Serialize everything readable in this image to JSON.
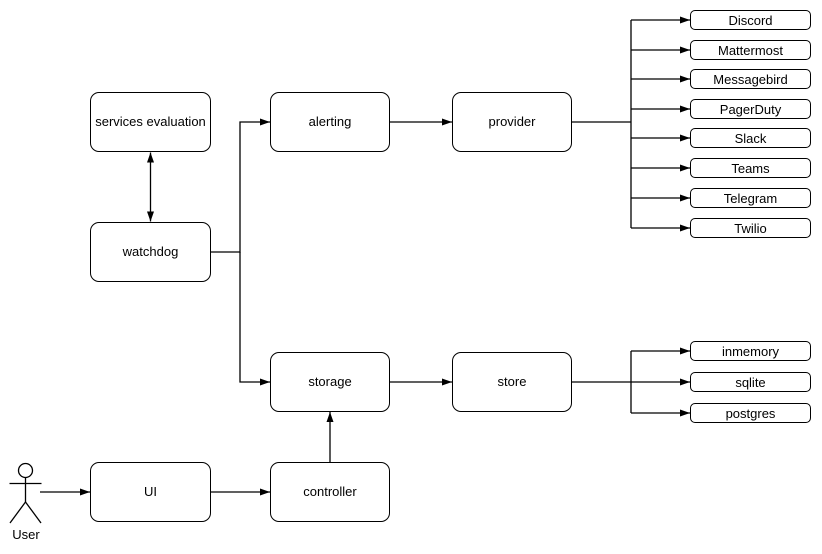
{
  "nodes": {
    "services_evaluation": "services evaluation",
    "watchdog": "watchdog",
    "alerting": "alerting",
    "provider": "provider",
    "storage": "storage",
    "store": "store",
    "ui": "UI",
    "controller": "controller"
  },
  "providers": [
    "Discord",
    "Mattermost",
    "Messagebird",
    "PagerDuty",
    "Slack",
    "Teams",
    "Telegram",
    "Twilio"
  ],
  "stores": [
    "inmemory",
    "sqlite",
    "postgres"
  ],
  "actor": {
    "label": "User"
  },
  "colors": {
    "background": "#ffffff",
    "node_fill": "#ffffff",
    "stroke": "#000000",
    "text": "#000000"
  }
}
